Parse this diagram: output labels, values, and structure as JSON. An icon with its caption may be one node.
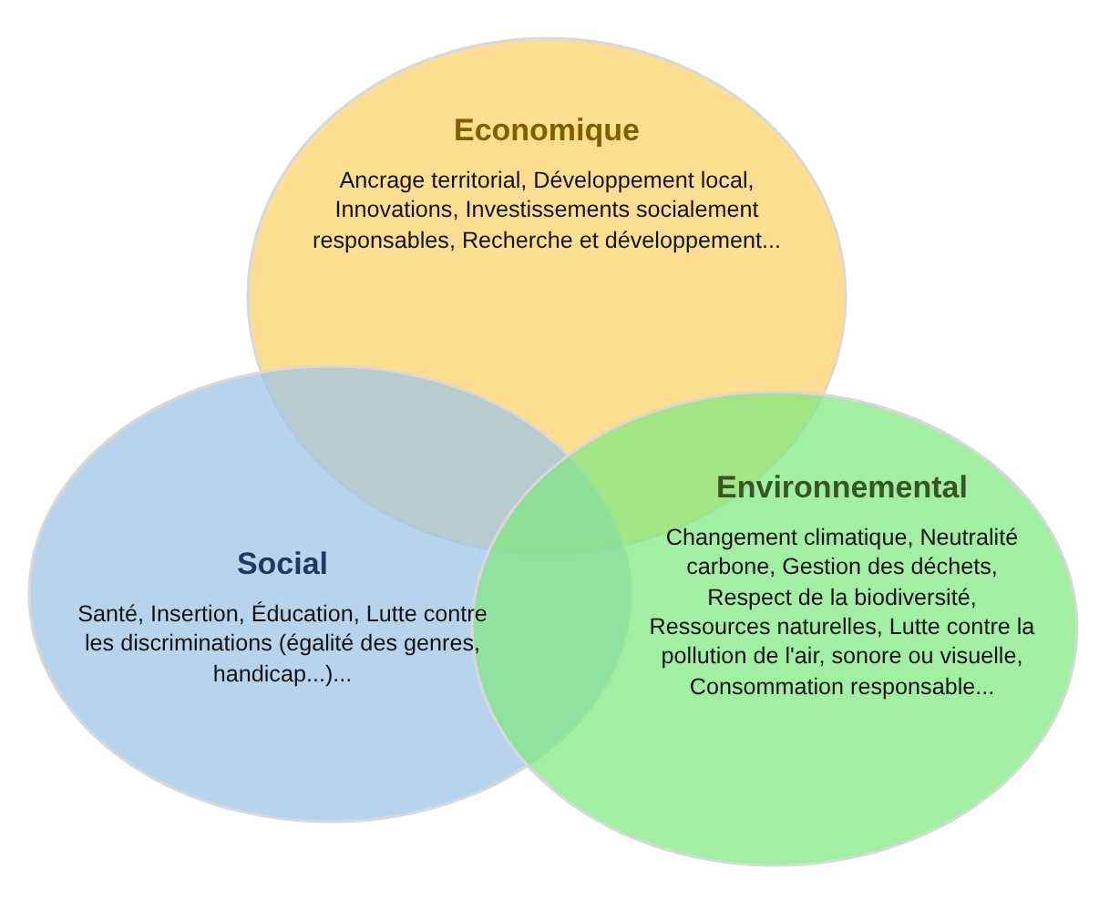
{
  "diagram": {
    "nodes": [
      {
        "text": [
          "Economique",
          "Ancrage territorial, Développement local, Innovations, Investissements socialement responsables, Recherche et développement..."
        ]
      },
      {
        "text": [
          "Social",
          "Santé, Insertion, Éducation, Lutte contre les discriminations (égalité des genres, handicap...)..."
        ]
      },
      {
        "text": [
          "Environnemental",
          "Changement climatique, Neutralité carbone, Gestion des déchets, Respect de la biodiversité, Ressources naturelles, Lutte contre la pollution de l'air, sonore ou visuelle, Consommation responsable..."
        ]
      }
    ]
  }
}
